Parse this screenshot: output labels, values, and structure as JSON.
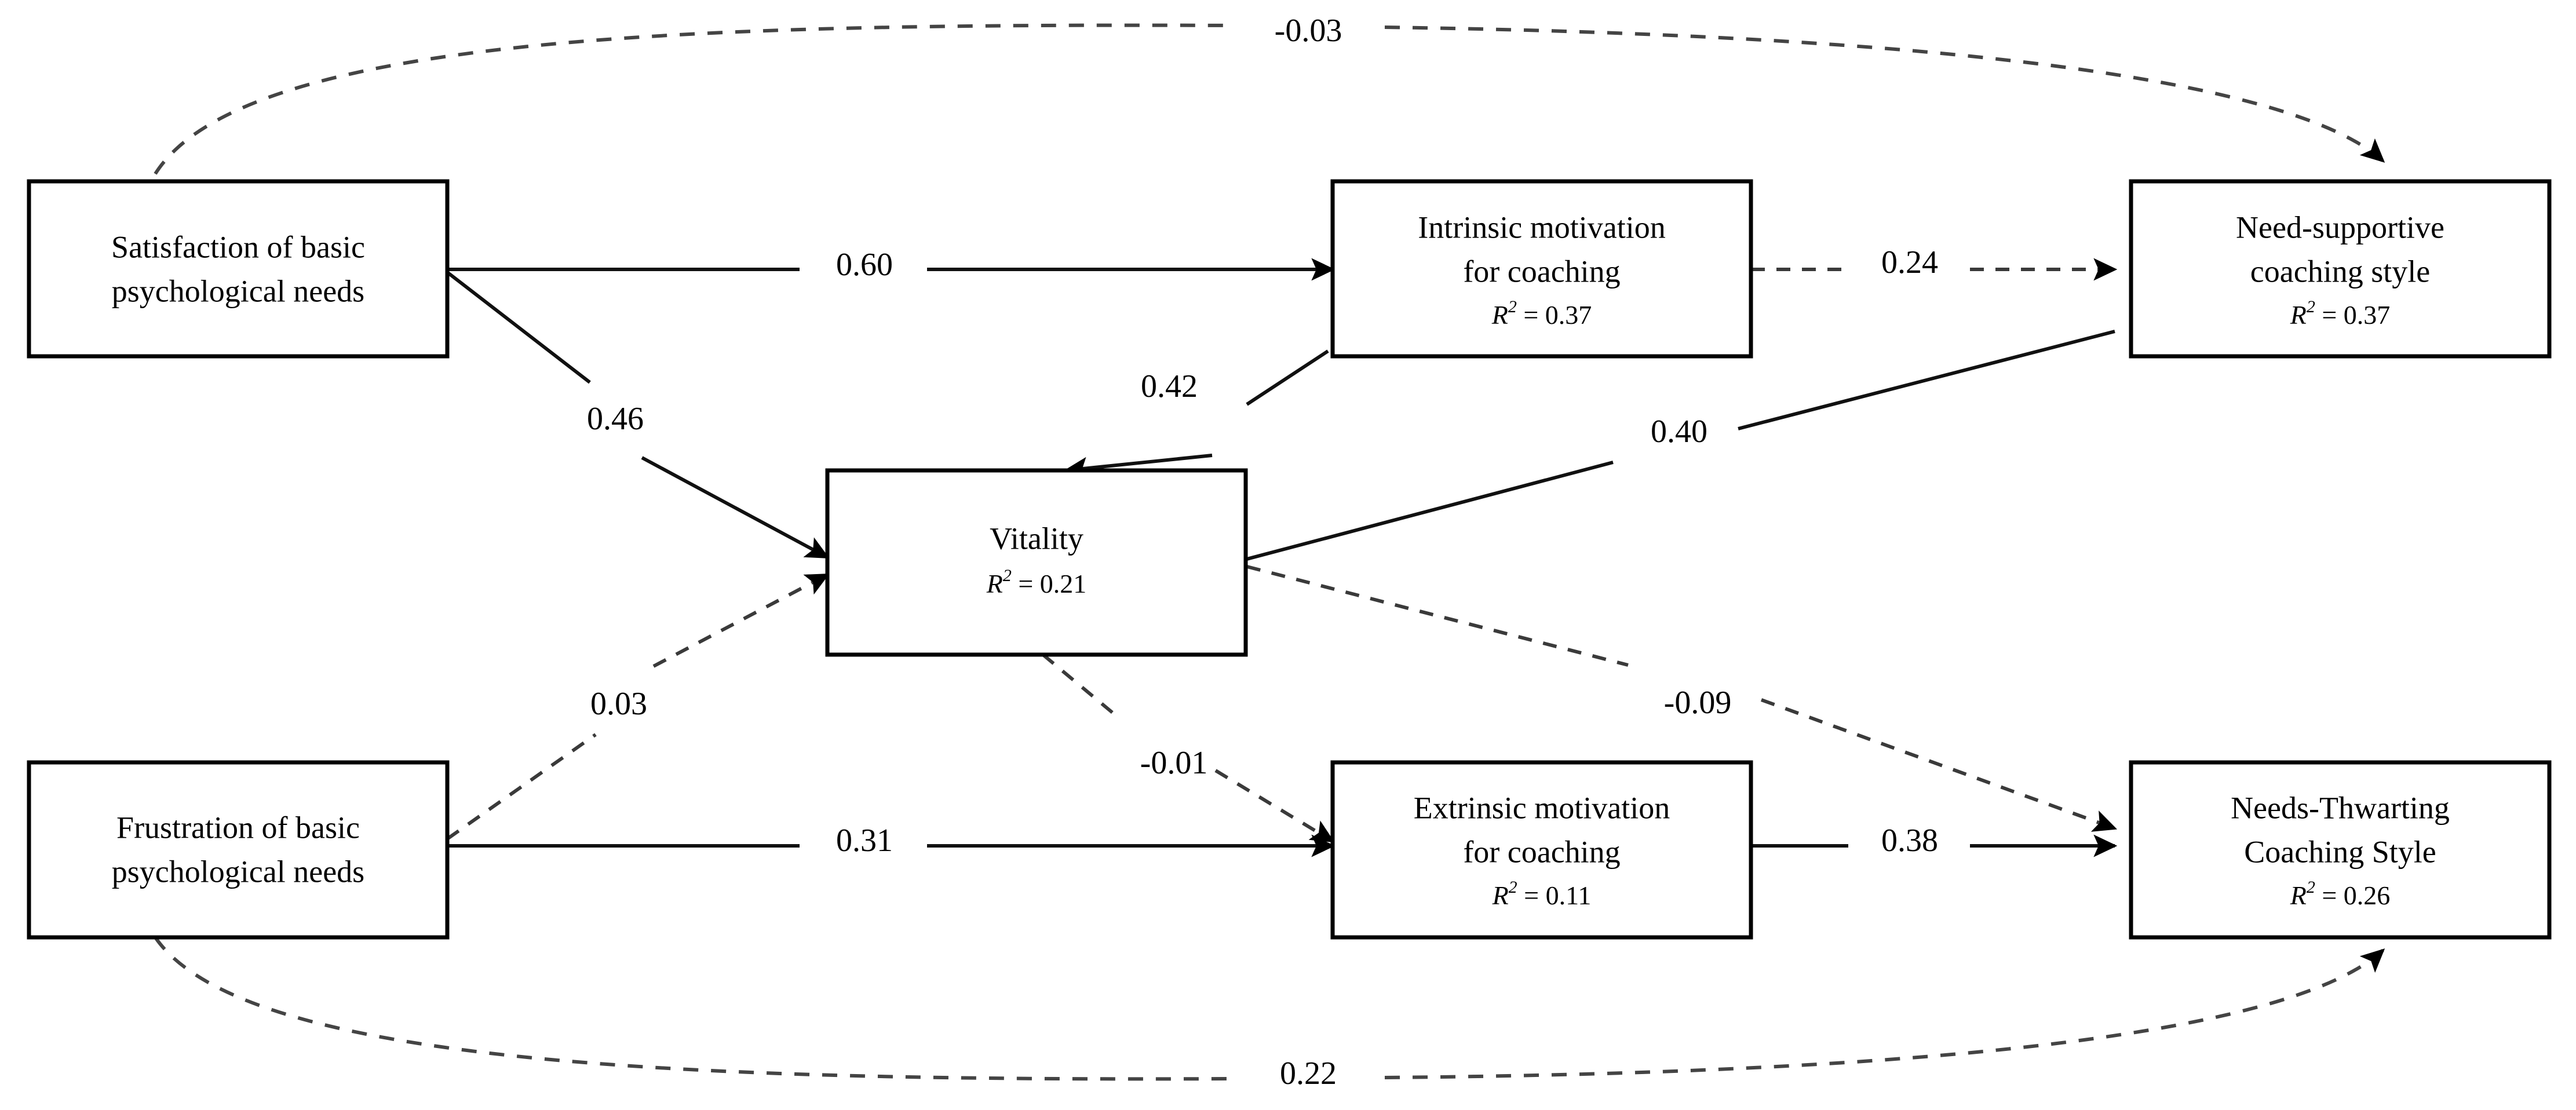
{
  "diagram": {
    "type": "structural-equation-path-model",
    "background_color": "#ffffff",
    "line_color": "#000000",
    "box_fill": "#ffffff",
    "nodes": [
      {
        "id": "satisfaction",
        "line1": "Satisfaction of basic",
        "line2": "psychological needs",
        "r2": null
      },
      {
        "id": "frustration",
        "line1": "Frustration of basic",
        "line2": "psychological needs",
        "r2": null
      },
      {
        "id": "intrinsic",
        "line1": "Intrinsic motivation",
        "line2": "for coaching",
        "r2": "= 0.37",
        "r2_symbol": "R",
        "r2_exp": "2",
        "r2_value": "0.37"
      },
      {
        "id": "extrinsic",
        "line1": "Extrinsic motivation",
        "line2": "for coaching",
        "r2": "= 0.11",
        "r2_symbol": "R",
        "r2_exp": "2",
        "r2_value": "0.11"
      },
      {
        "id": "vitality",
        "line1": "Vitality",
        "line2": "",
        "r2": "= 0.21",
        "r2_symbol": "R",
        "r2_exp": "2",
        "r2_value": "0.21"
      },
      {
        "id": "need_supportive",
        "line1": "Need-supportive",
        "line2": "coaching style",
        "r2": "= 0.37",
        "r2_symbol": "R",
        "r2_exp": "2",
        "r2_value": "0.37"
      },
      {
        "id": "needs_thwarting",
        "line1": "Needs-Thwarting",
        "line2": "Coaching Style",
        "r2": "= 0.26",
        "r2_symbol": "R",
        "r2_exp": "2",
        "r2_value": "0.26"
      }
    ],
    "edges": [
      {
        "id": "sat_to_intrinsic",
        "label": "0.60",
        "style": "solid",
        "from": "satisfaction",
        "to": "intrinsic"
      },
      {
        "id": "sat_to_vitality",
        "label": "0.46",
        "style": "solid",
        "from": "satisfaction",
        "to": "vitality"
      },
      {
        "id": "intrinsic_to_vitality",
        "label": "0.42",
        "style": "solid",
        "from": "intrinsic",
        "to": "vitality"
      },
      {
        "id": "intrinsic_to_needsupp",
        "label": "0.24",
        "style": "dashed",
        "from": "intrinsic",
        "to": "need_supportive"
      },
      {
        "id": "vitality_to_needsupp",
        "label": "0.40",
        "style": "solid",
        "from": "vitality",
        "to": "need_supportive"
      },
      {
        "id": "vitality_to_thwarting",
        "label": "-0.09",
        "style": "dashed",
        "from": "vitality",
        "to": "needs_thwarting"
      },
      {
        "id": "frus_to_vitality",
        "label": "0.03",
        "style": "dashed",
        "from": "frustration",
        "to": "vitality"
      },
      {
        "id": "frus_to_extrinsic",
        "label": "0.31",
        "style": "solid",
        "from": "frustration",
        "to": "extrinsic"
      },
      {
        "id": "vitality_to_extrinsic",
        "label": "-0.01",
        "style": "dashed",
        "from": "vitality",
        "to": "extrinsic"
      },
      {
        "id": "extrinsic_to_thwarting",
        "label": "0.38",
        "style": "solid",
        "from": "extrinsic",
        "to": "needs_thwarting"
      },
      {
        "id": "sat_to_needsupp_curve",
        "label": "-0.03",
        "style": "dashed",
        "from": "satisfaction",
        "to": "need_supportive"
      },
      {
        "id": "frus_to_thwarting_curve",
        "label": "0.22",
        "style": "dashed",
        "from": "frustration",
        "to": "needs_thwarting"
      }
    ]
  }
}
